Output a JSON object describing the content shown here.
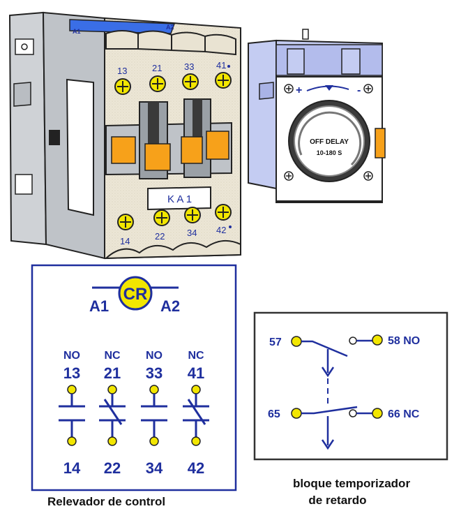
{
  "contactor": {
    "terminals_top": [
      "13",
      "21",
      "33",
      "41"
    ],
    "terminals_bottom": [
      "14",
      "22",
      "34",
      "42"
    ],
    "coil_terminals": [
      "A1",
      "A2"
    ],
    "label_plate": "K A 1"
  },
  "timer_module": {
    "dial_text_1": "OFF DELAY",
    "dial_text_2": "10-180 S",
    "plus_sign": "+",
    "minus_sign": "-"
  },
  "relay_symbol": {
    "coil_label": "CR",
    "coil_a1": "A1",
    "coil_a2": "A2",
    "contacts": [
      {
        "type": "NO",
        "top": "13",
        "bottom": "14"
      },
      {
        "type": "NC",
        "top": "21",
        "bottom": "22"
      },
      {
        "type": "NO",
        "top": "33",
        "bottom": "34"
      },
      {
        "type": "NC",
        "top": "41",
        "bottom": "42"
      }
    ],
    "caption": "Relevador de control"
  },
  "timer_symbol": {
    "t57": "57",
    "t58": "58 NO",
    "t65": "65",
    "t66": "66 NC",
    "caption_line1": "bloque temporizador",
    "caption_line2": "de retardo"
  },
  "colors": {
    "symbol_blue": "#1f2f9e",
    "terminal_yellow": "#f2e600",
    "orange_window": "#f7a11a",
    "contactor_body": "#ece6d6",
    "timer_blue": "#c4ccf2"
  }
}
